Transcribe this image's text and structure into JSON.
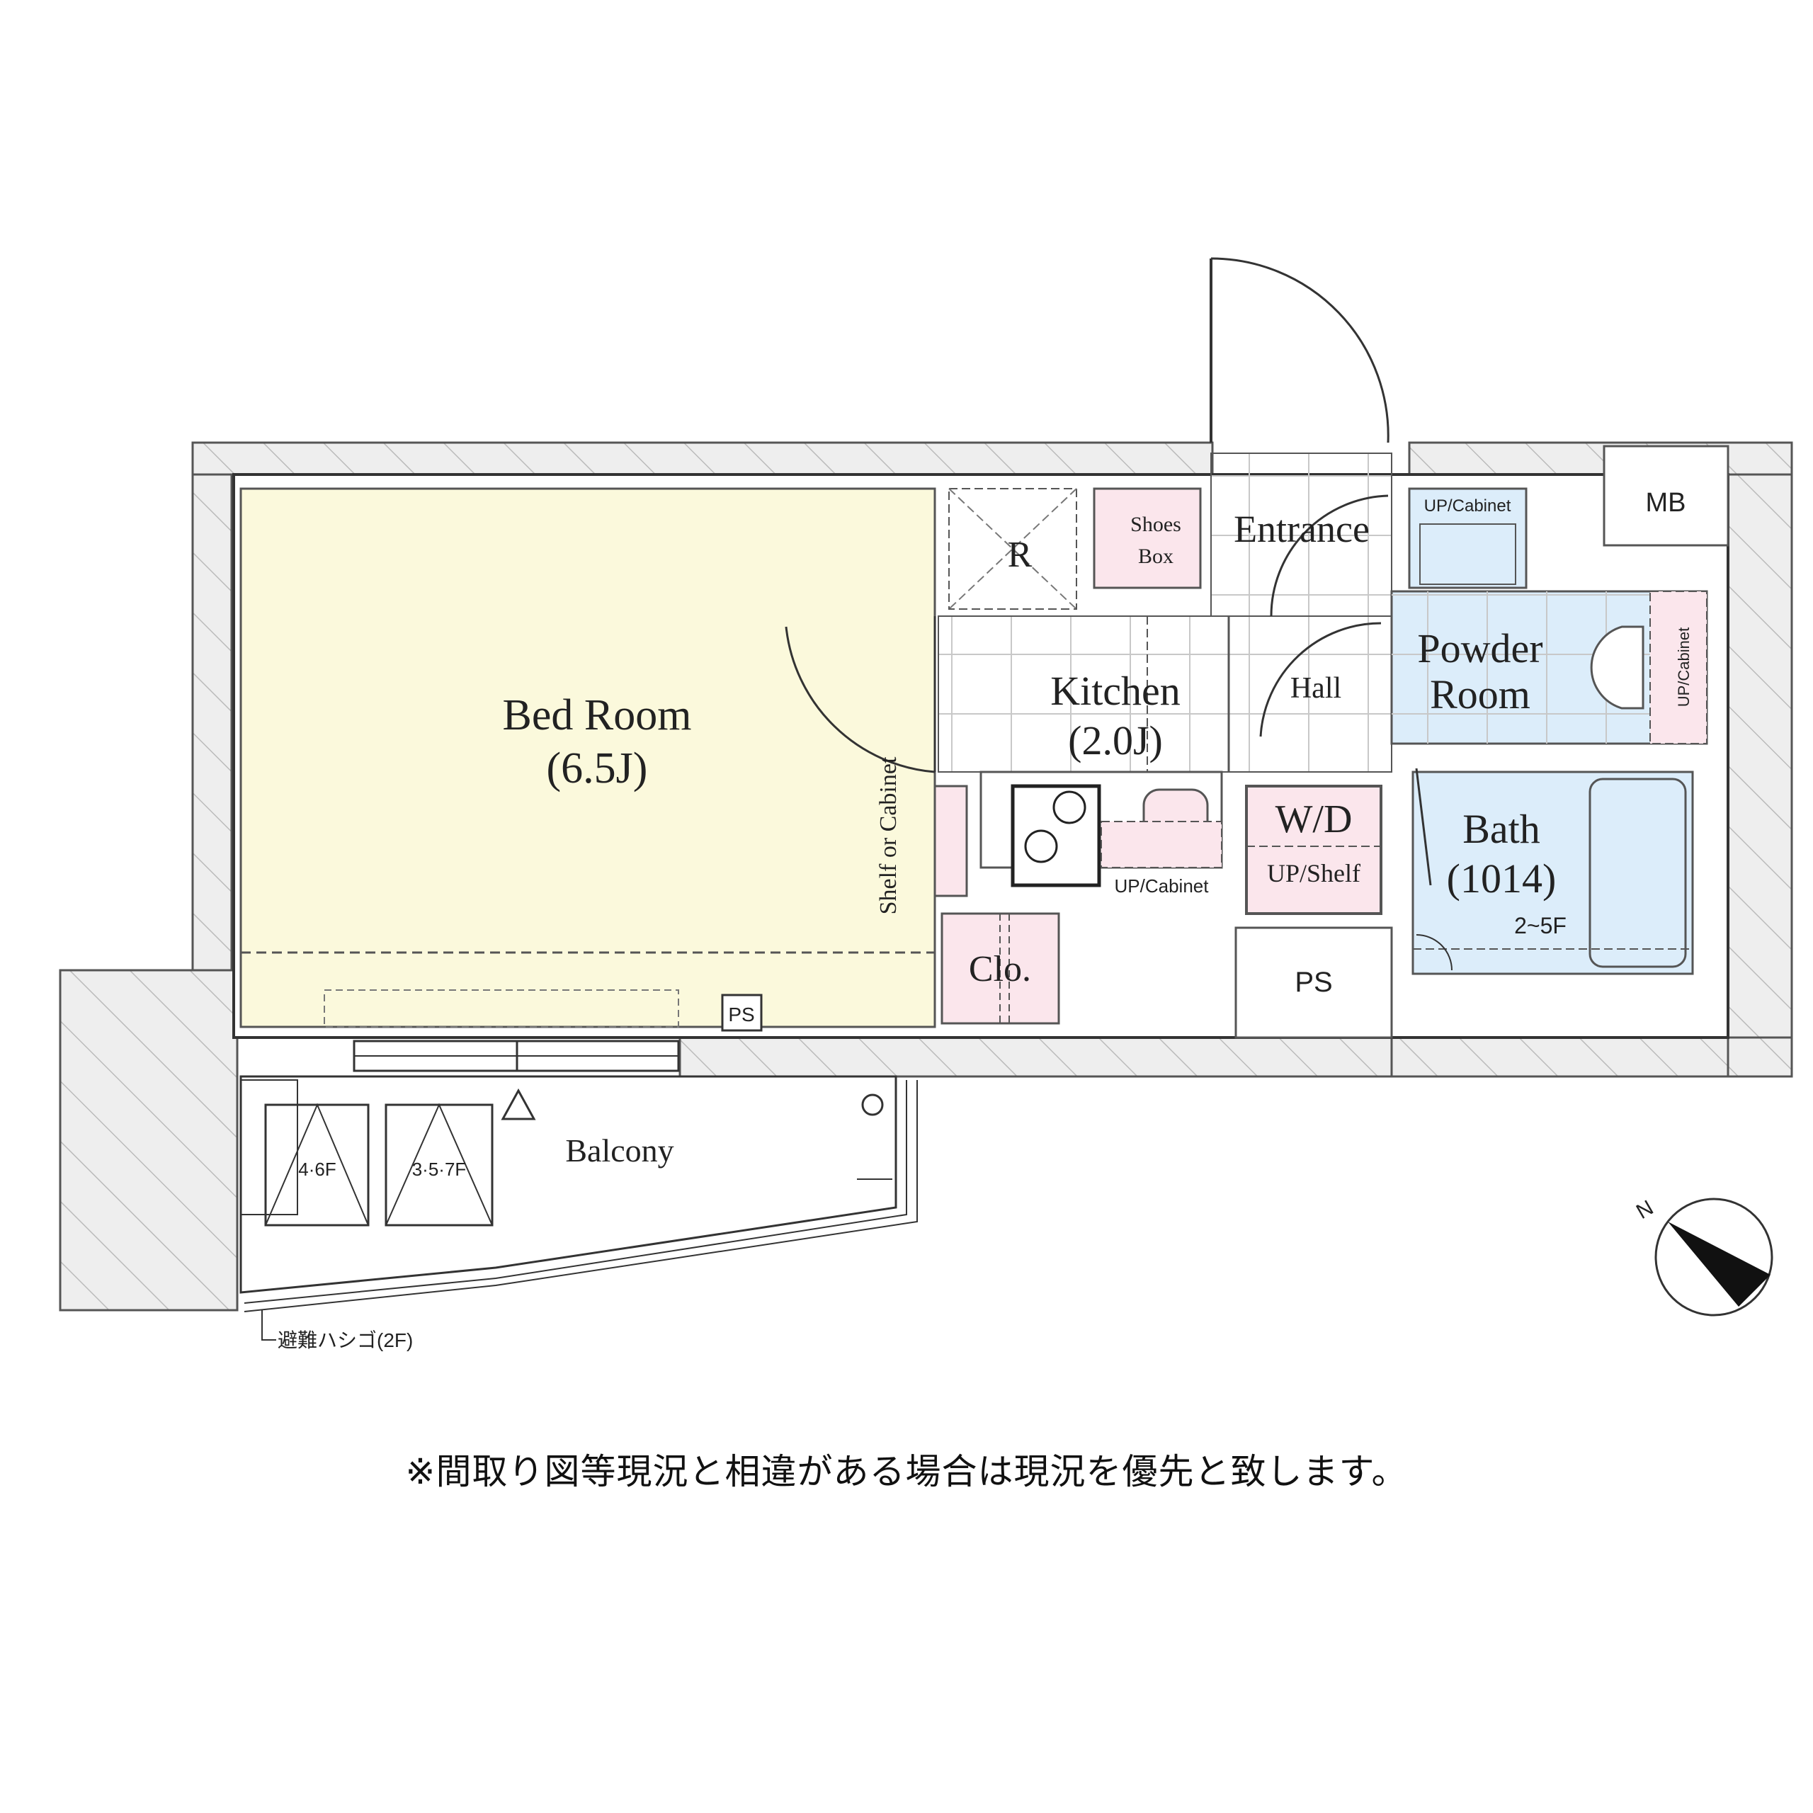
{
  "rooms": {
    "bedroom": {
      "name": "Bed Room",
      "size": "(6.5J)"
    },
    "kitchen": {
      "name": "Kitchen",
      "size": "(2.0J)"
    },
    "bath": {
      "name": "Bath",
      "size": "(1014)"
    },
    "powder_room": {
      "line1": "Powder",
      "line2": "Room"
    },
    "entrance": "Entrance",
    "hall": "Hall",
    "balcony": "Balcony"
  },
  "fixtures": {
    "shoes_box": {
      "line1": "Shoes",
      "line2": "Box"
    },
    "refrigerator": "R",
    "closet": "Clo.",
    "washer_dryer": "W/D",
    "up_shelf": "UP/Shelf",
    "kitchen_up_cabinet": "UP/Cabinet",
    "powder_up_cabinet": "UP/Cabinet",
    "powder_side_cabinet": "UP/Cabinet",
    "shelf_or_cabinet": "Shelf or Cabinet",
    "ps_bedroom": "PS",
    "ps_main": "PS",
    "mb": "MB",
    "bath_floor_note": "2~5F",
    "unit_a_floors": "4·6F",
    "unit_b_floors": "3·5·7F",
    "evacuation_ladder": "避難ハシゴ(2F)"
  },
  "compass": "N",
  "disclaimer": "※間取り図等現況と相違がある場合は現況を優先と致します。",
  "colors": {
    "bedroom_fill": "#fbf9dc",
    "wet_fill": "#dcedfa",
    "storage_fill": "#fbe6ec",
    "wall_fill": "#ececec",
    "line": "#333333"
  }
}
